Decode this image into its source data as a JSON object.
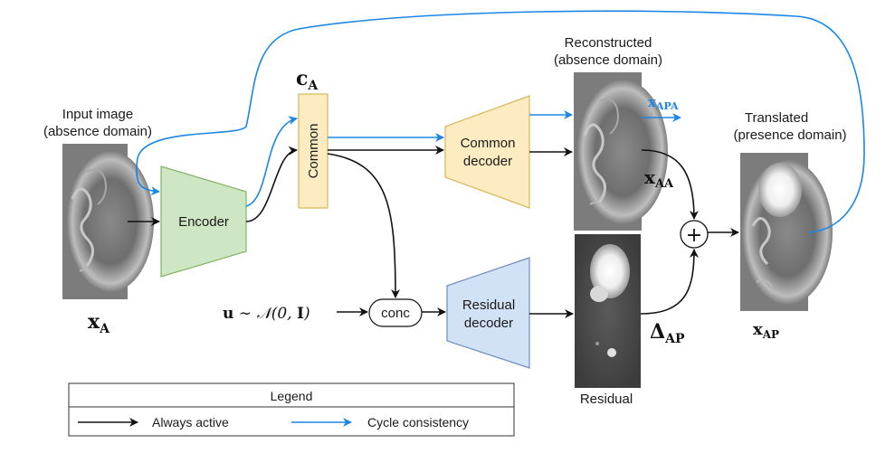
{
  "colors": {
    "black_arrow": "#111111",
    "blue_arrow": "#1a87e6",
    "encoder_fill": "#cfe6c4",
    "encoder_stroke": "#82b366",
    "common_fill": "#fdecc1",
    "common_stroke": "#d6b656",
    "common_decoder_fill": "#fdecc1",
    "residual_decoder_fill": "#d2e2f6",
    "residual_decoder_stroke": "#6c8ebf",
    "xapa_text": "#1a87e6"
  },
  "input": {
    "caption_line1": "Input image",
    "caption_line2": "(absence domain)",
    "symbol_main": "x",
    "symbol_sub": "A"
  },
  "encoder": {
    "label": "Encoder"
  },
  "common": {
    "label": "Common",
    "symbol_main": "c",
    "symbol_sub": "A"
  },
  "noise": {
    "bold_u": "u",
    "tilde": " ∼ ",
    "script_n": "𝒩",
    "paren_open": "(0, ",
    "bold_i": "I",
    "paren_close": ")"
  },
  "conc": {
    "label": "conc"
  },
  "common_decoder": {
    "line1": "Common",
    "line2": "decoder"
  },
  "residual_decoder": {
    "line1": "Residual",
    "line2": "decoder"
  },
  "reconstructed": {
    "caption_line1": "Reconstructed",
    "caption_line2": "(absence domain)",
    "xapa_main": "x",
    "xapa_sub": "APA",
    "xaa_main": "x",
    "xaa_sub": "AA"
  },
  "residual": {
    "caption": "Residual",
    "delta_main": "Δ",
    "delta_sub": "AP"
  },
  "sum": {
    "symbol": "+"
  },
  "translated": {
    "caption_line1": "Translated",
    "caption_line2": "(presence domain)",
    "symbol_main": "x",
    "symbol_sub": "AP"
  },
  "legend": {
    "title": "Legend",
    "items": [
      {
        "label": "Always active",
        "color": "#111111"
      },
      {
        "label": "Cycle consistency",
        "color": "#1a87e6"
      }
    ]
  }
}
